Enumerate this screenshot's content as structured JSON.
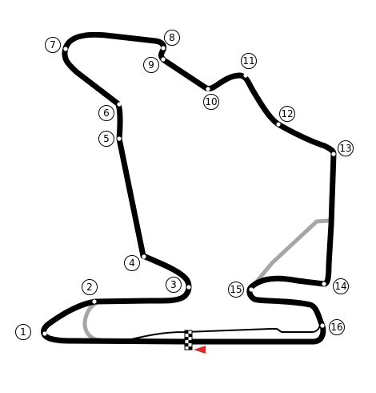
{
  "track": {
    "colors": {
      "track": "#000000",
      "alternate_layout": "#a6a6a6",
      "start_marker": "#d62c2c",
      "background": "#ffffff"
    },
    "corners": [
      {
        "number": "1"
      },
      {
        "number": "2"
      },
      {
        "number": "3"
      },
      {
        "number": "4"
      },
      {
        "number": "5"
      },
      {
        "number": "6"
      },
      {
        "number": "7"
      },
      {
        "number": "8"
      },
      {
        "number": "9"
      },
      {
        "number": "10"
      },
      {
        "number": "11"
      },
      {
        "number": "12"
      },
      {
        "number": "13"
      },
      {
        "number": "14"
      },
      {
        "number": "15"
      },
      {
        "number": "16"
      }
    ],
    "start_finish_icon": "checkered-flag-icon",
    "start_direction_icon": "red-triangle-icon"
  }
}
